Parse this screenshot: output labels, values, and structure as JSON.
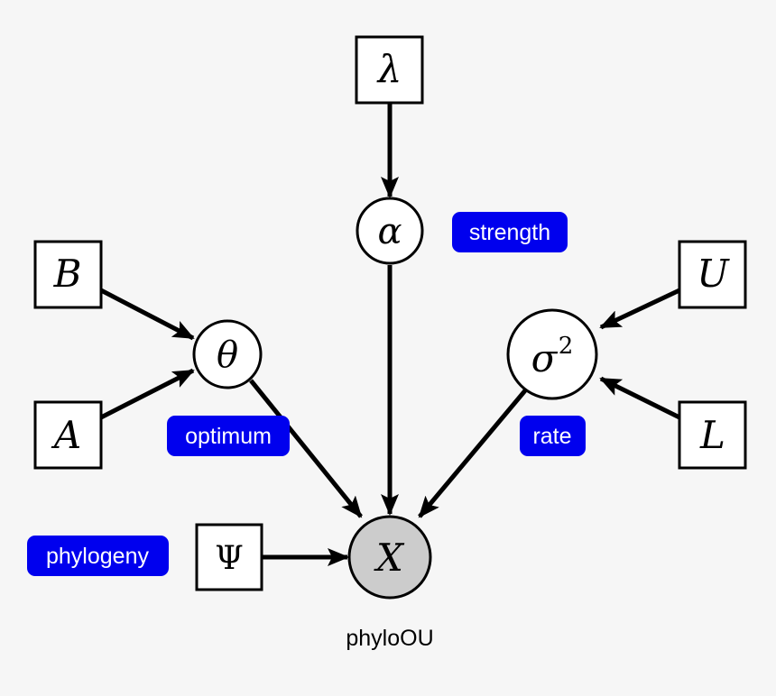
{
  "colors": {
    "background": "#f6f6f6",
    "stroke": "#000000",
    "node_fill": "#ffffff",
    "observed_fill": "#cccccc",
    "badge": "#0000ee",
    "badge_text": "#ffffff"
  },
  "nodes": {
    "lambda": {
      "label": "λ",
      "kind": "box"
    },
    "alpha": {
      "label": "α",
      "kind": "circle"
    },
    "b": {
      "label": "B",
      "kind": "box"
    },
    "theta": {
      "label": "θ",
      "kind": "circle"
    },
    "a": {
      "label": "A",
      "kind": "box"
    },
    "u": {
      "label": "U",
      "kind": "box"
    },
    "sigma": {
      "label": "σ",
      "superscript": "2",
      "kind": "circle"
    },
    "l": {
      "label": "L",
      "kind": "box"
    },
    "psi": {
      "label": "Ψ",
      "kind": "box"
    },
    "x": {
      "label": "X",
      "kind": "observed-circle"
    }
  },
  "badges": {
    "strength": "strength",
    "optimum": "optimum",
    "rate": "rate",
    "phylogeny": "phylogeny"
  },
  "caption": "phyloOU",
  "edges": [
    {
      "from": "λ",
      "to": "α"
    },
    {
      "from": "B",
      "to": "θ"
    },
    {
      "from": "A",
      "to": "θ"
    },
    {
      "from": "U",
      "to": "σ²"
    },
    {
      "from": "L",
      "to": "σ²"
    },
    {
      "from": "α",
      "to": "X"
    },
    {
      "from": "θ",
      "to": "X"
    },
    {
      "from": "σ²",
      "to": "X"
    },
    {
      "from": "Ψ",
      "to": "X"
    }
  ]
}
